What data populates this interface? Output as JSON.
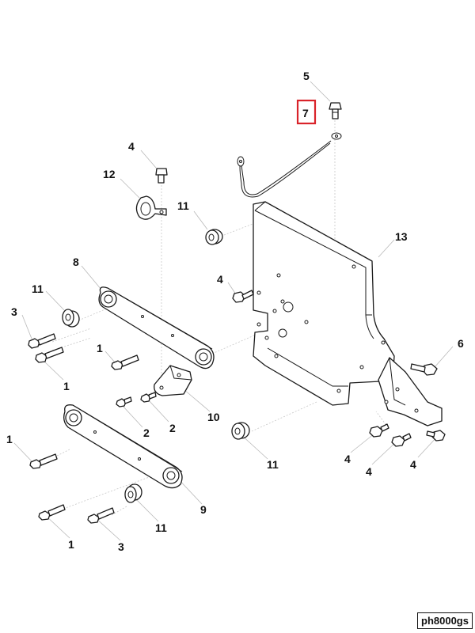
{
  "diagram": {
    "callouts": {
      "c5": "5",
      "c7": "7",
      "c4a": "4",
      "c12": "12",
      "c11a": "11",
      "c13": "13",
      "c8": "8",
      "c4b": "4",
      "c11b": "11",
      "c3a": "3",
      "c1a": "1",
      "c1b": "1",
      "c6": "6",
      "c2a": "2",
      "c2b": "2",
      "c10": "10",
      "c1c": "1",
      "c11c": "11",
      "c4c": "4",
      "c4d": "4",
      "c4e": "4",
      "c9": "9",
      "c11d": "11",
      "c1d": "1",
      "c3b": "3"
    },
    "highlight_color": "#d9232a",
    "drawing_code": "ph8000gs"
  }
}
